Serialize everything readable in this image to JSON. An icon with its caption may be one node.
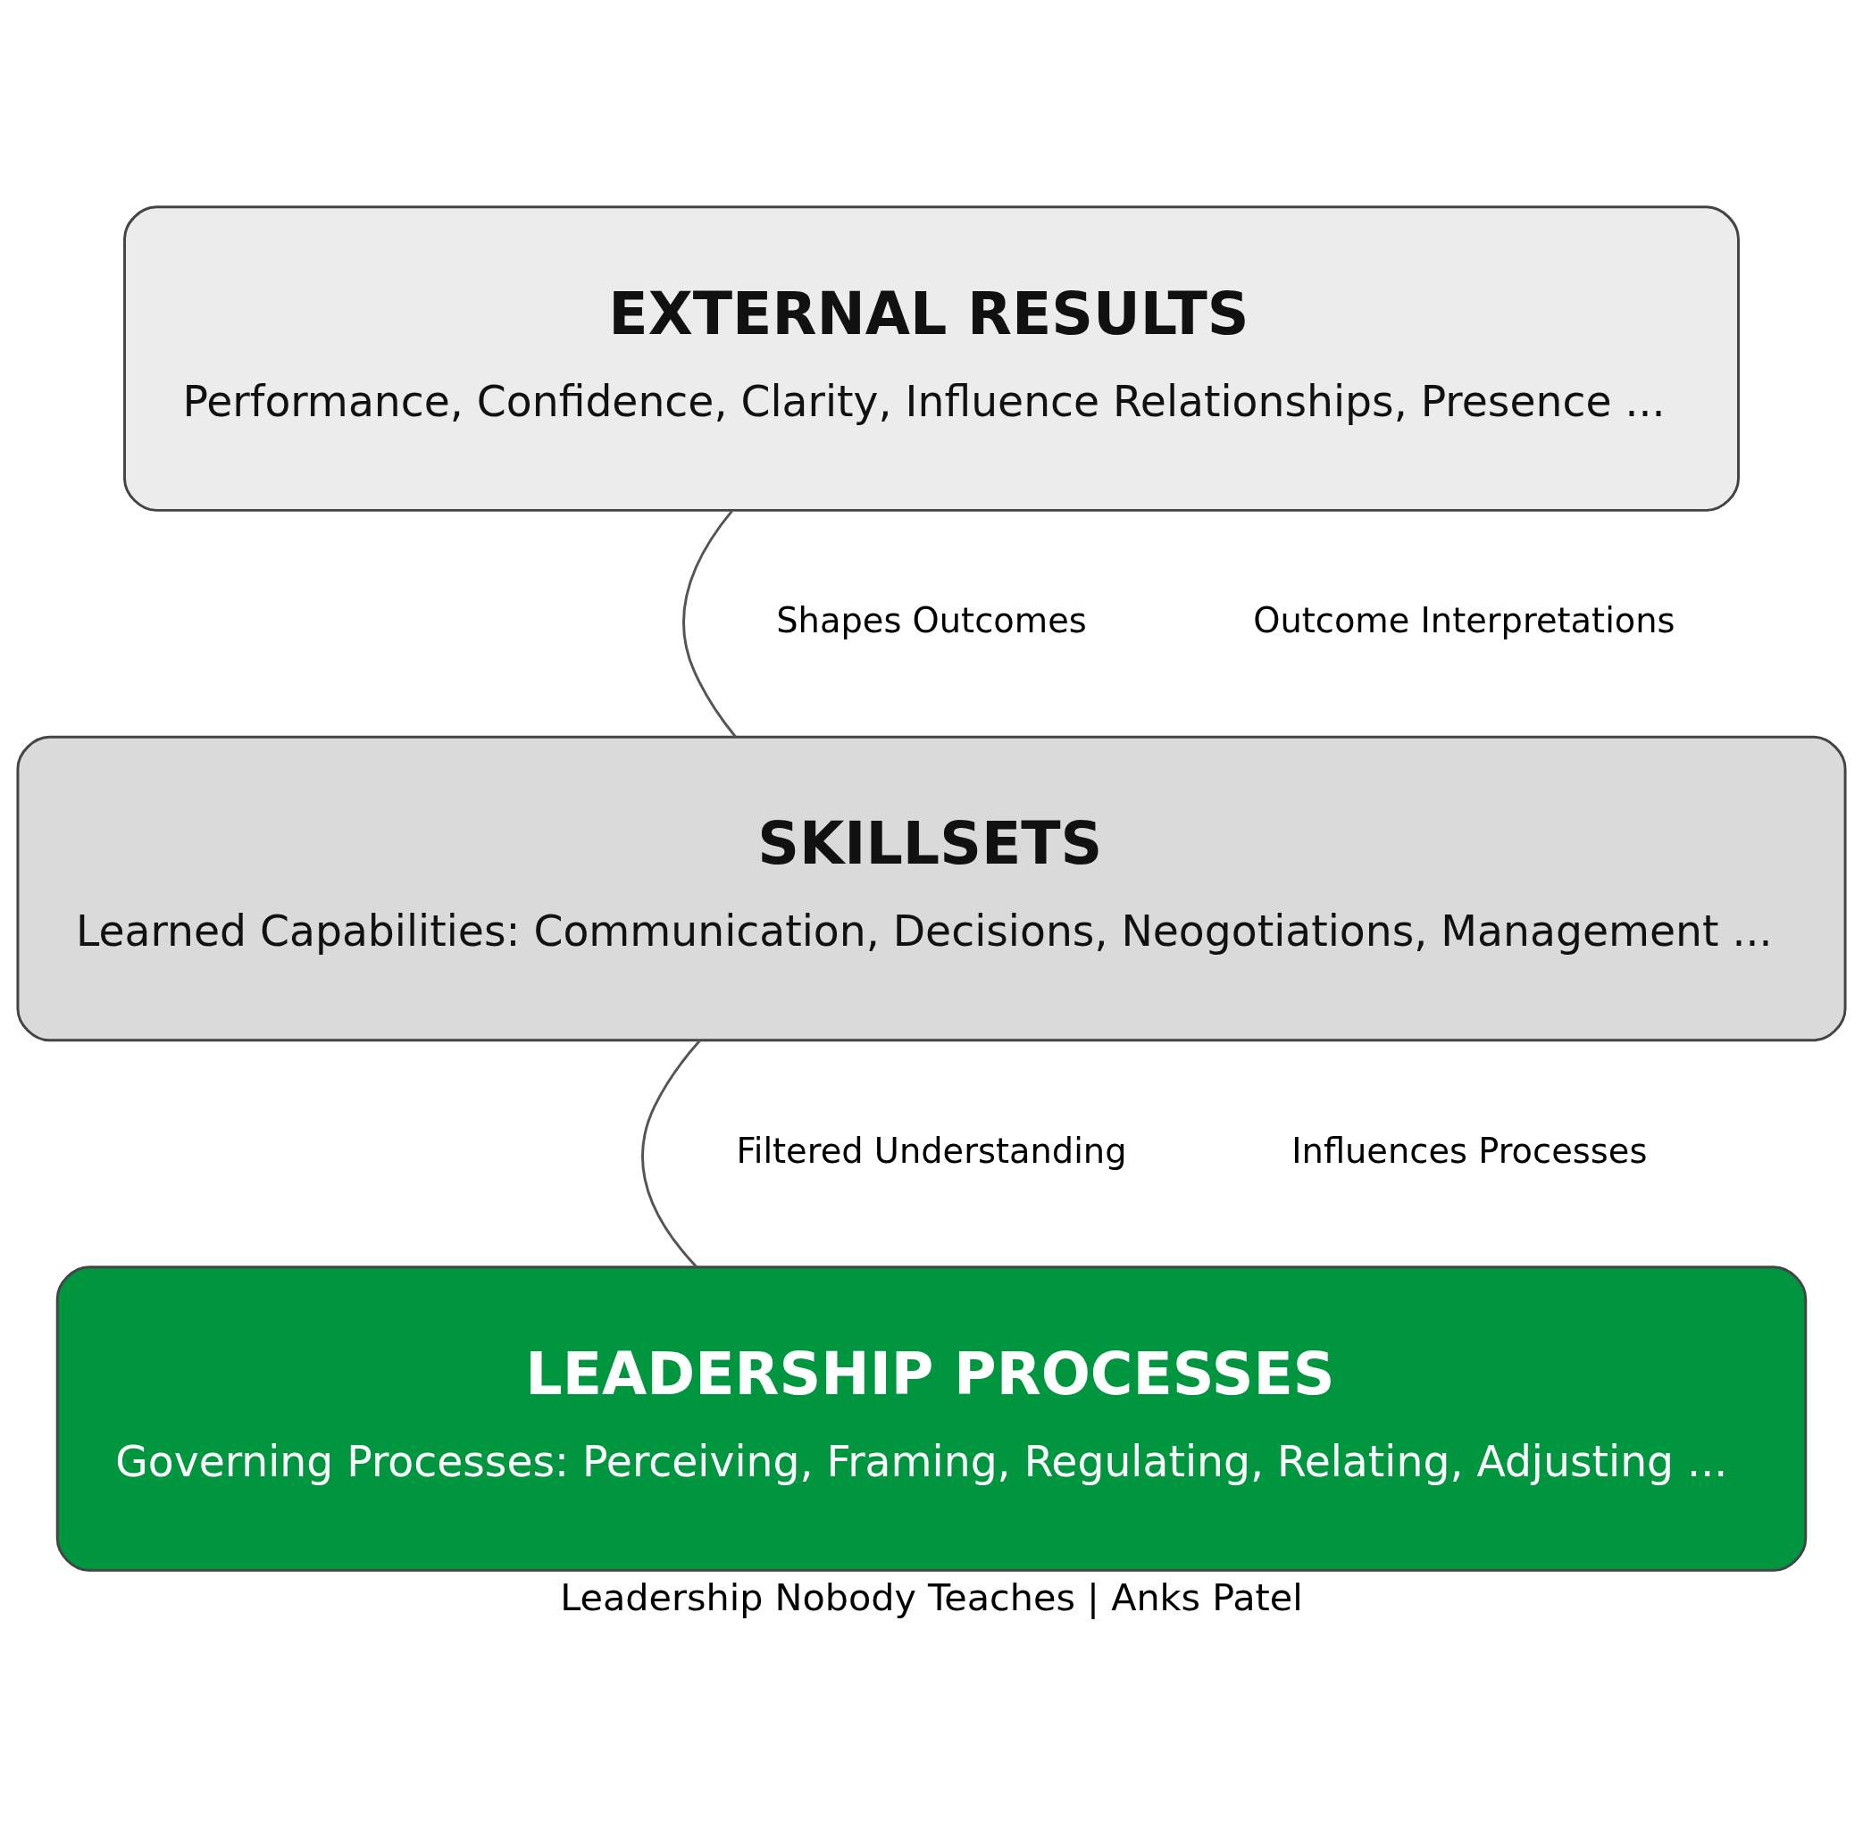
{
  "diagram": {
    "caption": "Leadership Nobody Teaches | Anks Patel",
    "nodes": [
      {
        "text": [
          "EXTERNAL RESULTS",
          "Performance, Confidence, Clarity, Influence Relationships, Presence ..."
        ]
      },
      {
        "text": [
          "SKILLSETS",
          "Learned Capabilities: Communication, Decisions, Neogotiations, Management ..."
        ]
      },
      {
        "text": [
          "LEADERSHIP PROCESSES",
          "Governing Processes: Perceiving, Framing, Regulating, Relating, Adjusting ..."
        ]
      }
    ],
    "edges": [
      {
        "from": 0,
        "to": 1,
        "arrow": "none"
      },
      {
        "from": 1,
        "to": 2,
        "arrow": "none"
      }
    ],
    "labels": [
      "Shapes Outcomes",
      "Outcome Interpretations",
      "Filtered Understanding",
      "Influences Processes"
    ]
  }
}
